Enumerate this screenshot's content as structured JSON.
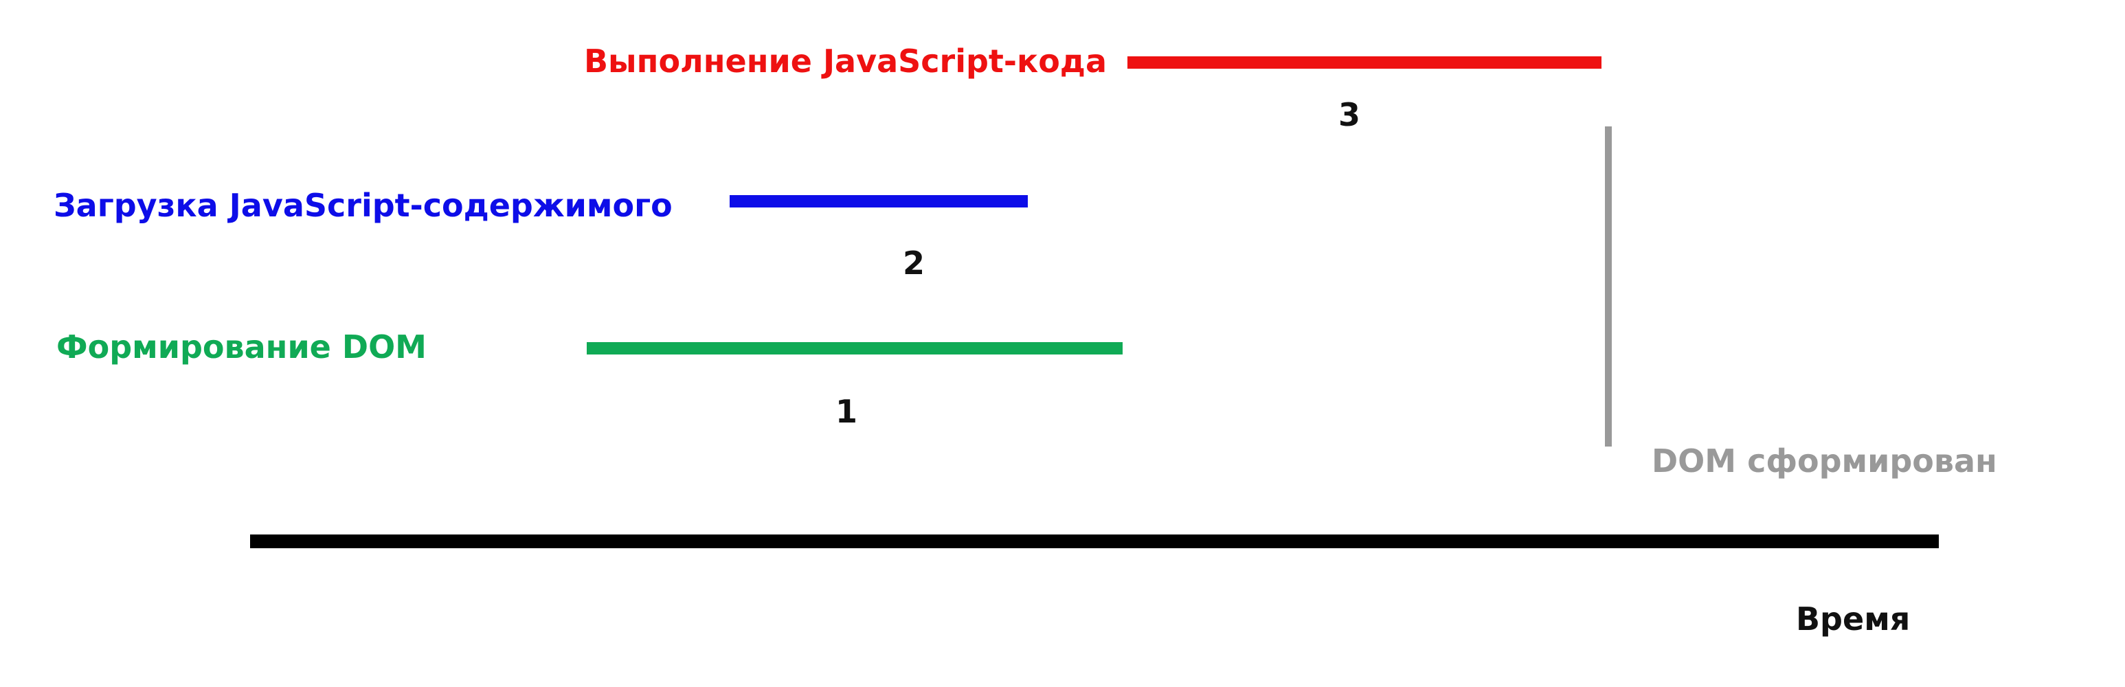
{
  "colors": {
    "exec": "#ee1111",
    "load": "#0d0de8",
    "dom": "#10aa55",
    "marker": "#999999",
    "axis": "#000000",
    "number": "#111111"
  },
  "rows": {
    "exec": {
      "label": "Выполнение JavaScript-кода",
      "number": "3"
    },
    "load": {
      "label": "Загрузка JavaScript-содержимого",
      "number": "2"
    },
    "dom": {
      "label": "Формирование DOM",
      "number": "1"
    }
  },
  "marker": {
    "label": "DOM сформирован"
  },
  "axis": {
    "label": "Время"
  }
}
